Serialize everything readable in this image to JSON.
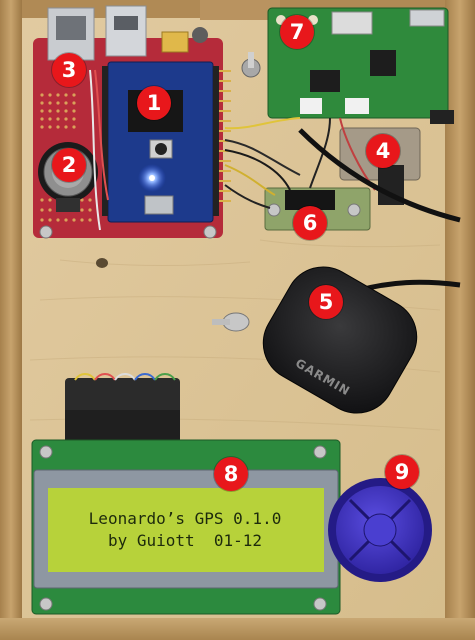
{
  "photo": {
    "lcd": {
      "line1": "Leonardo’s GPS 0.1.0",
      "line2": "by Guiott  01-12"
    },
    "gps_antenna_brand": "GARMIN",
    "markers": [
      {
        "label": "1"
      },
      {
        "label": "2"
      },
      {
        "label": "3"
      },
      {
        "label": "4"
      },
      {
        "label": "5"
      },
      {
        "label": "6"
      },
      {
        "label": "7"
      },
      {
        "label": "8"
      },
      {
        "label": "9"
      }
    ],
    "colors": {
      "marker": "#e8171b",
      "lcd_screen": "#b7d23a",
      "board_blue": "#1d3a8c",
      "board_green": "#2f8a3c",
      "board_red": "#b52b3a",
      "wood": "#d9bf8f"
    }
  }
}
